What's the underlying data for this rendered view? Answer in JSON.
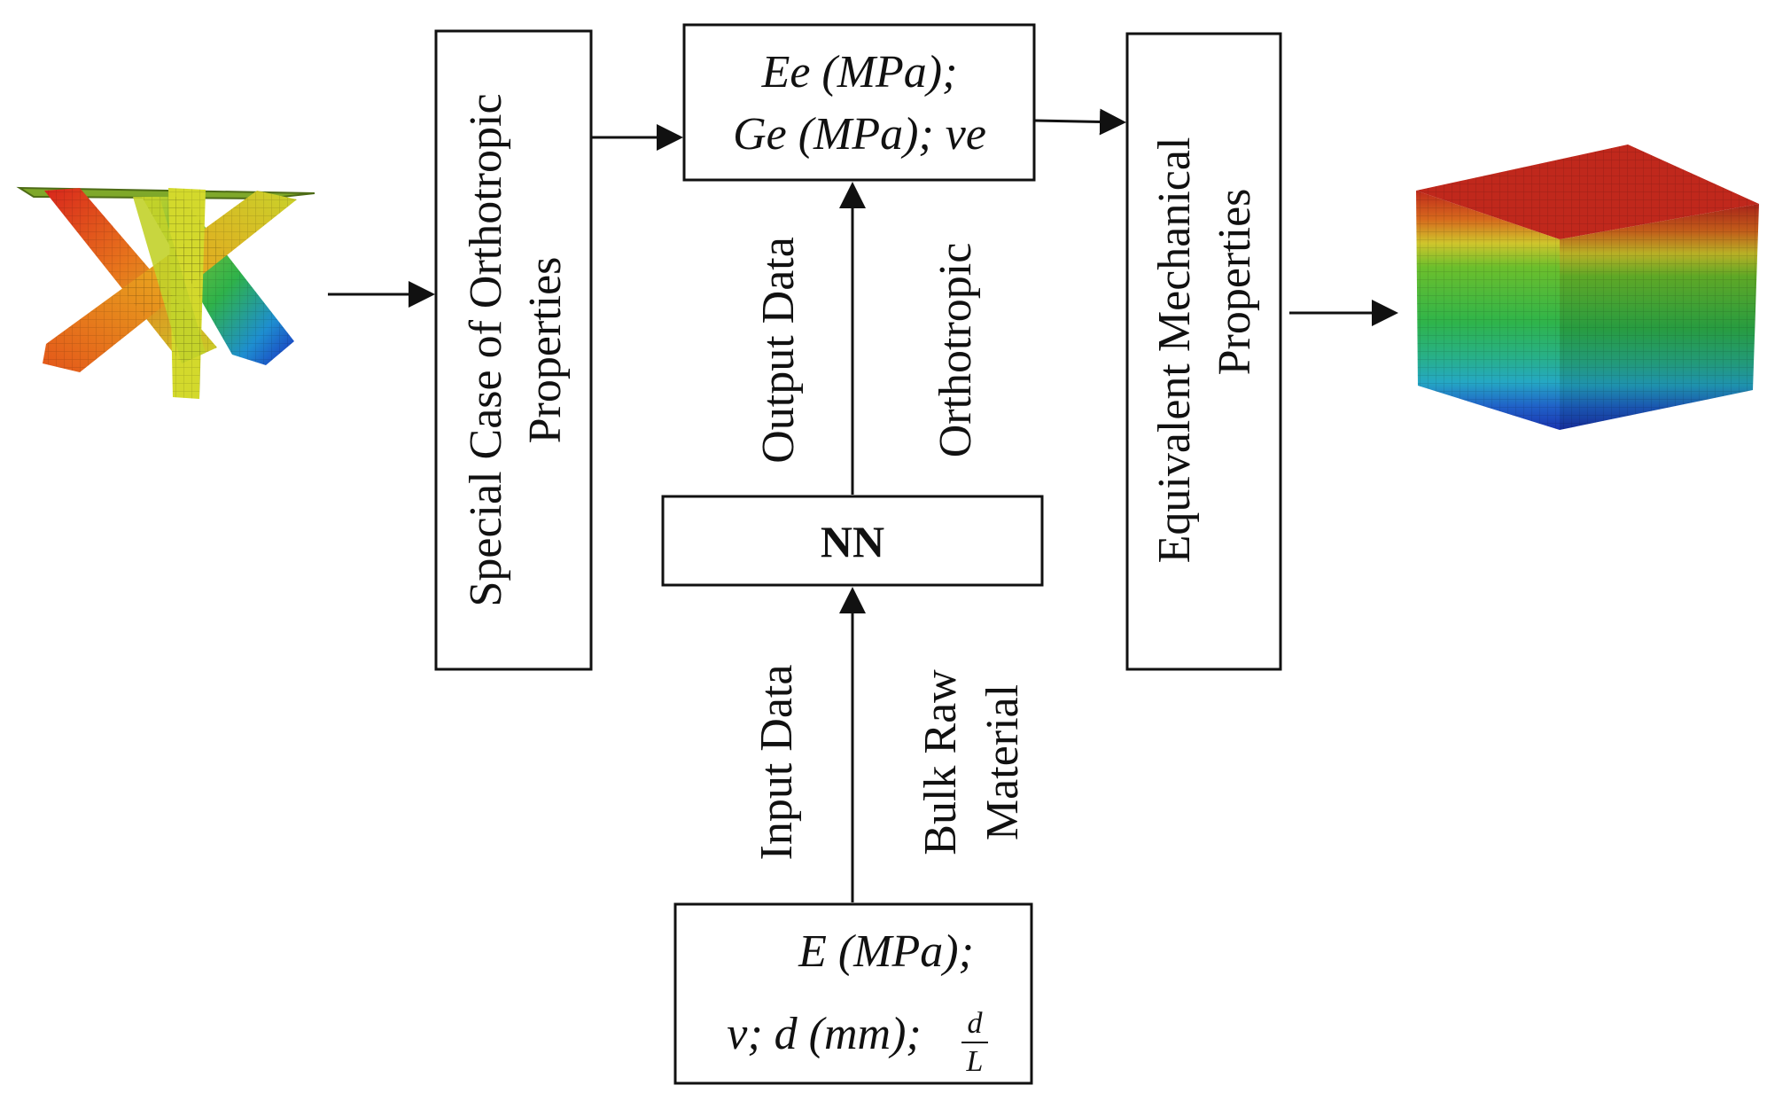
{
  "blocks": {
    "special_case": {
      "line1": "Special  Case of Orthotropic",
      "line2": "Properties"
    },
    "output_box": {
      "line1": "Ee (MPa);",
      "line2": "Ge (MPa); νe"
    },
    "equivalent": {
      "line1": "Equivalent  Mechanical",
      "line2": "Properties"
    },
    "nn": {
      "label": "NN"
    },
    "input_box": {
      "line1": "E (MPa);",
      "line2": "ν;  d (mm);",
      "frac_num": "d",
      "frac_den": "L"
    }
  },
  "edge_labels": {
    "output_data": "Output Data",
    "orthotropic": "Orthotropic",
    "input_data": "Input Data",
    "bulk_line1": "Bulk Raw",
    "bulk_line2": "Material"
  },
  "images": {
    "left": "lattice-unit-cell-fe-model",
    "right": "homogenized-cube-fe-model"
  },
  "colors": {
    "stroke": "#111111",
    "red": "#c8281e",
    "orange": "#e86b1a",
    "yellow": "#d8d52a",
    "green": "#2fb24a",
    "cyan": "#25b5c8",
    "blue": "#1a3fc0"
  }
}
